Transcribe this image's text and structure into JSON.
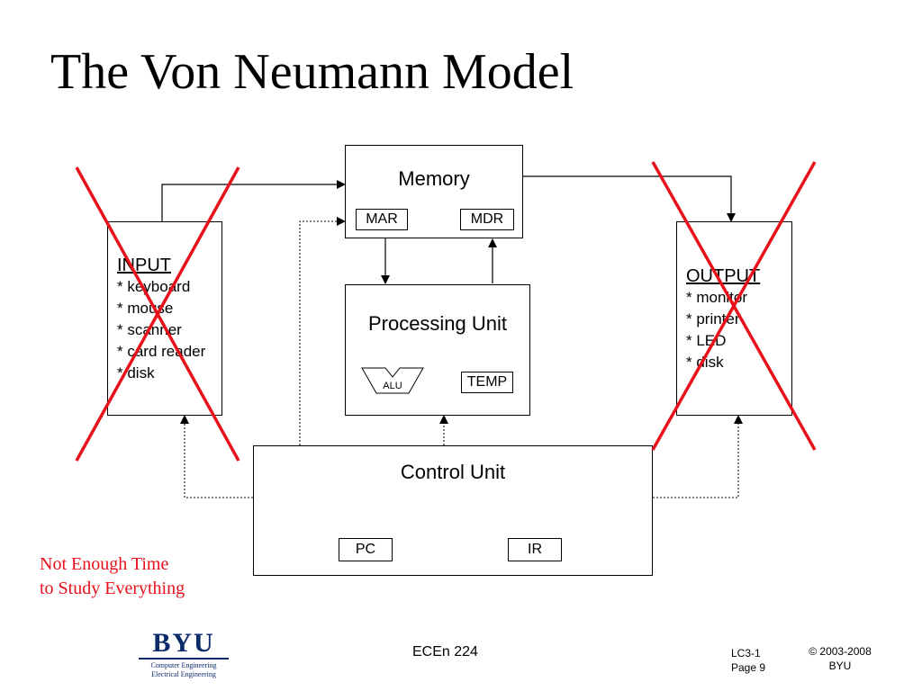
{
  "slide": {
    "title": "The Von Neumann Model"
  },
  "memory": {
    "label": "Memory",
    "registers": [
      "MAR",
      "MDR"
    ]
  },
  "processing_unit": {
    "label": "Processing Unit",
    "alu_label": "ALU",
    "temp_label": "TEMP"
  },
  "control_unit": {
    "label": "Control Unit",
    "registers": [
      "PC",
      "IR"
    ]
  },
  "input": {
    "heading": "INPUT",
    "items": [
      "* keyboard",
      "* mouse",
      "* scanner",
      "* card reader",
      "* disk"
    ]
  },
  "output": {
    "heading": "OUTPUT",
    "items": [
      "* monitor",
      "* printer",
      "* LED",
      "* disk"
    ]
  },
  "note": {
    "line1": "Not Enough Time",
    "line2": "to Study Everything"
  },
  "footer": {
    "course": "ECEn 224",
    "slide_id": "LC3-1",
    "page": "Page 9",
    "copyright": "© 2003-2008",
    "owner": "BYU",
    "logo_word": "BYU",
    "logo_line1": "Computer Engineering",
    "logo_line2": "Electrical Engineering"
  },
  "colors": {
    "cross": "#e8101a",
    "note": "#e8101a",
    "logo": "#0a2a6b"
  }
}
